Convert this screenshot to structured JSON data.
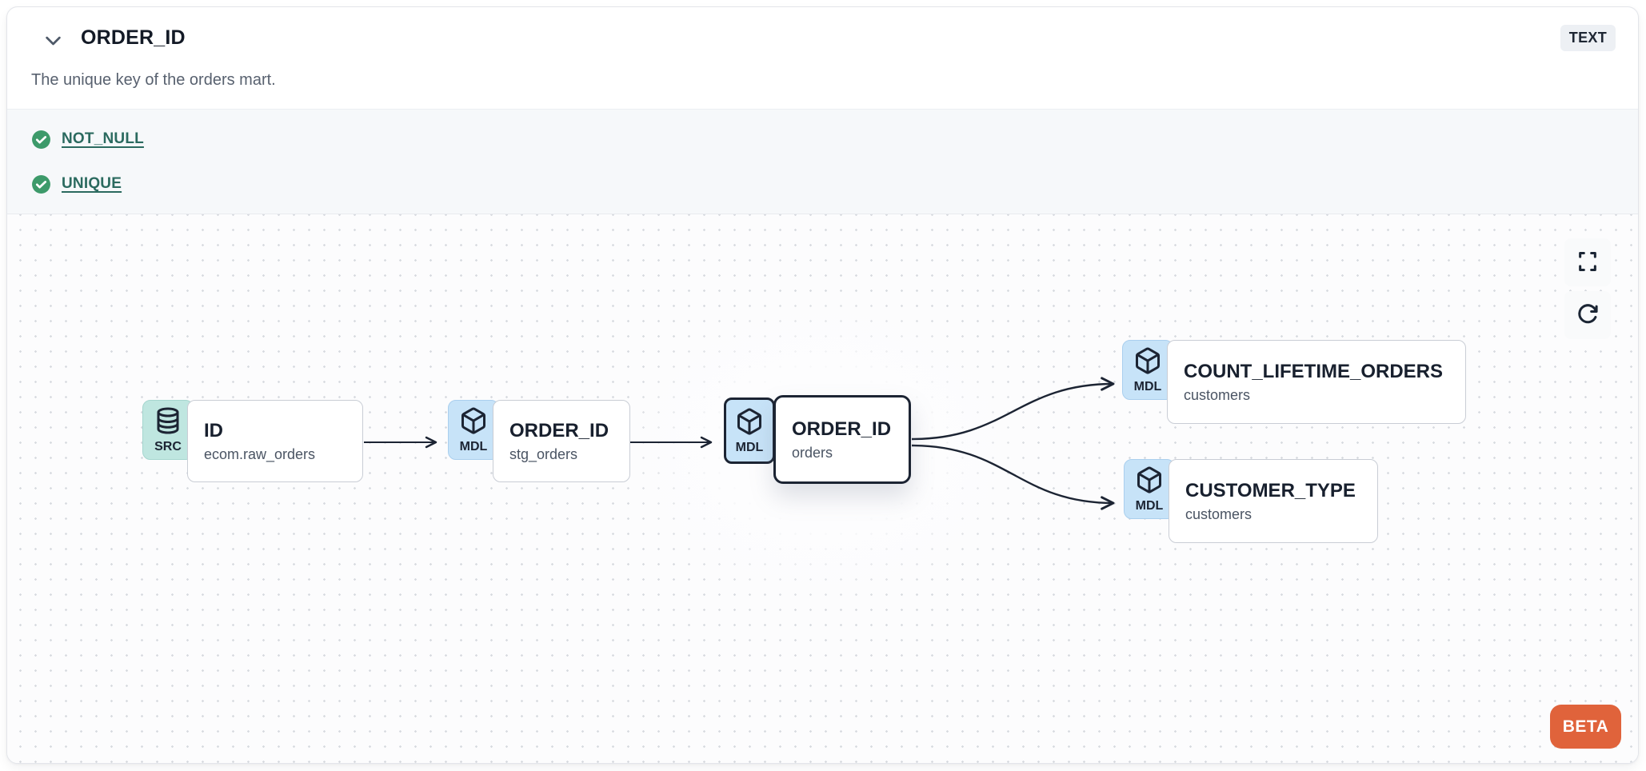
{
  "header": {
    "title": "ORDER_ID",
    "type_badge": "TEXT",
    "description": "The unique key of the orders mart."
  },
  "tests": {
    "items": [
      {
        "label": "NOT_NULL",
        "status": "passed"
      },
      {
        "label": "UNIQUE",
        "status": "passed"
      }
    ]
  },
  "lineage": {
    "nodes": {
      "source": {
        "badge": "SRC",
        "icon": "database-icon",
        "title": "ID",
        "subtitle": "ecom.raw_orders",
        "selected": false
      },
      "staging": {
        "badge": "MDL",
        "icon": "cube-icon",
        "title": "ORDER_ID",
        "subtitle": "stg_orders",
        "selected": false
      },
      "mart": {
        "badge": "MDL",
        "icon": "cube-icon",
        "title": "ORDER_ID",
        "subtitle": "orders",
        "selected": true
      },
      "downstream_top": {
        "badge": "MDL",
        "icon": "cube-icon",
        "title": "COUNT_LIFETIME_ORDERS",
        "subtitle": "customers",
        "selected": false
      },
      "downstream_bottom": {
        "badge": "MDL",
        "icon": "cube-icon",
        "title": "CUSTOMER_TYPE",
        "subtitle": "customers",
        "selected": false
      }
    },
    "controls": [
      "fullscreen",
      "refresh"
    ],
    "beta_label": "BETA"
  },
  "colors": {
    "accent_orange": "#e0633b",
    "test_pass_green": "#3d9a6a",
    "link_teal": "#2b6a5f",
    "src_badge": "#bfe6e0",
    "mdl_badge": "#c7e3f8",
    "selected_border": "#1c2433",
    "edge_color": "#1c2433"
  }
}
